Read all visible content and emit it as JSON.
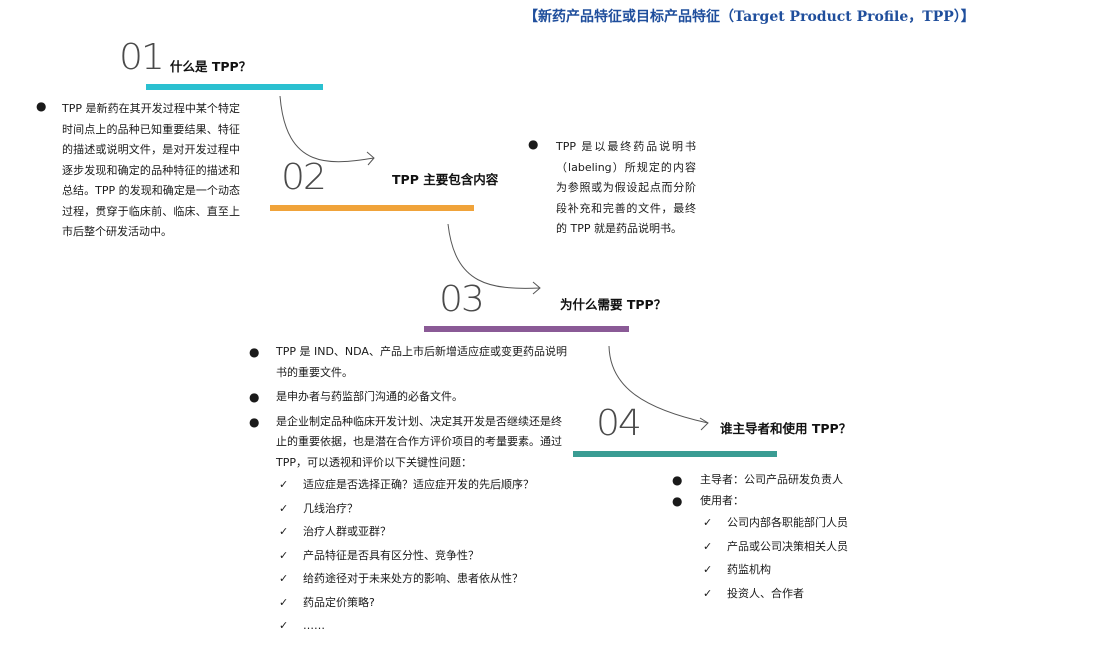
{
  "title": "【新药产品特征或目标产品特征（Target Product Profile，TPP）】",
  "colors": {
    "step1": "#2ac0d0",
    "step2": "#f0a33a",
    "step3": "#8a5a96",
    "step4": "#3a9c93",
    "title": "#1f4e9c"
  },
  "steps": [
    {
      "number": "01",
      "heading": "什么是 TPP？",
      "paragraphs": [
        "TPP 是新药在其开发过程中某个特定时间点上的品种已知重要结果、特征的描述或说明文件，是对开发过程中逐步发现和确定的品种特征的描述和总结。TPP 的发现和确定是一个动态过程，贯穿于临床前、临床、直至上市后整个研发活动中。"
      ]
    },
    {
      "number": "02",
      "heading": "TPP 主要包含内容",
      "paragraphs": [
        "TPP 是以最终药品说明书（labeling）所规定的内容为参照或为假设起点而分阶段补充和完善的文件，最终的 TPP 就是药品说明书。"
      ]
    },
    {
      "number": "03",
      "heading": "为什么需要 TPP？",
      "bullets": [
        "TPP 是 IND、NDA、产品上市后新增适应症或变更药品说明书的重要文件。",
        "是申办者与药监部门沟通的必备文件。",
        "是企业制定品种临床开发计划、决定其开发是否继续还是终止的重要依据，也是潜在合作方评价项目的考量要素。通过 TPP，可以透视和评价以下关键性问题："
      ],
      "checks": [
        "适应症是否选择正确？适应症开发的先后顺序？",
        "几线治疗？",
        "治疗人群或亚群？",
        "产品特征是否具有区分性、竞争性？",
        "给药途径对于未来处方的影响、患者依从性？",
        "药品定价策略?",
        "……"
      ]
    },
    {
      "number": "04",
      "heading": "谁主导者和使用 TPP？",
      "bullets": [
        "主导者：公司产品研发负责人",
        "使用者："
      ],
      "checks": [
        "公司内部各职能部门人员",
        "产品或公司决策相关人员",
        "药监机构",
        "投资人、合作者"
      ]
    }
  ]
}
